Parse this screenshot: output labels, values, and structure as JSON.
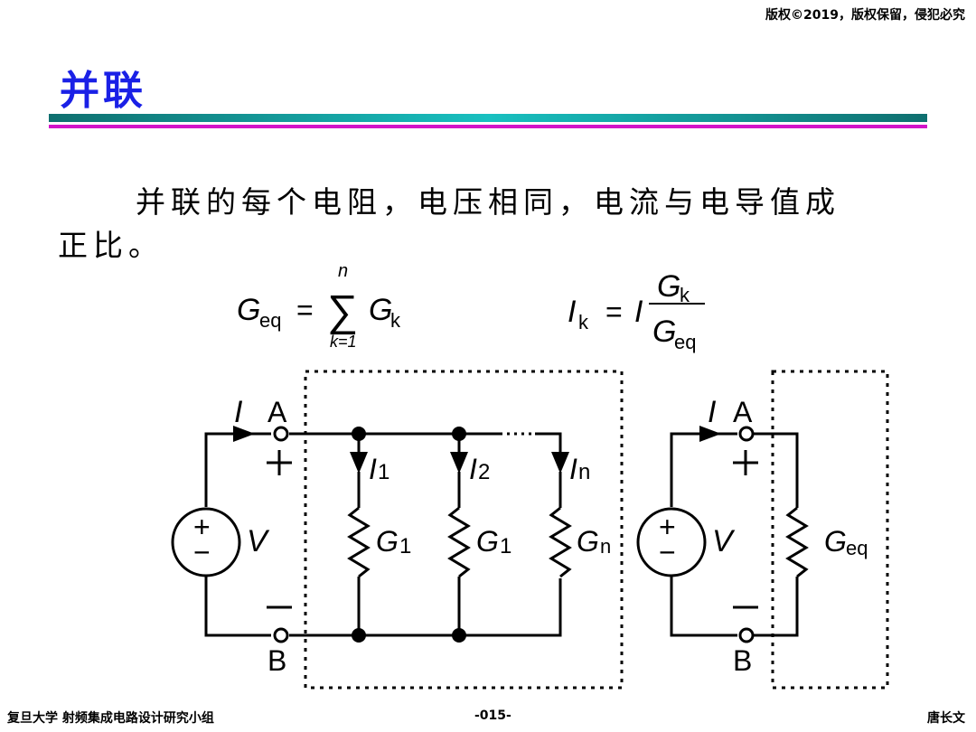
{
  "header": {
    "copyright": "版权©2019，版权保留，侵犯必究"
  },
  "slide": {
    "title": "并联",
    "text_line1": "并联的每个电阻，电压相同，电流与电导值成",
    "text_line2": "正比。"
  },
  "formula1": {
    "lhs": "G",
    "lhs_sub": "eq",
    "eq": "=",
    "sum": "∑",
    "upper": "n",
    "lower": "k=1",
    "term": "G",
    "term_sub": "k"
  },
  "formula2": {
    "lhs": "I",
    "lhs_sub": "k",
    "eq": "=",
    "factor": "I",
    "num": "G",
    "num_sub": "k",
    "den": "G",
    "den_sub": "eq"
  },
  "circuit_left": {
    "current": "I",
    "node_a": "A",
    "node_b": "B",
    "plus": "+",
    "minus": "−",
    "source": "V",
    "source_plus": "+",
    "source_minus": "−",
    "branches": [
      {
        "current": "I",
        "current_sub": "1",
        "conductance": "G",
        "conductance_sub": "1"
      },
      {
        "current": "I",
        "current_sub": "2",
        "conductance": "G",
        "conductance_sub": "1"
      },
      {
        "current": "I",
        "current_sub": "n",
        "conductance": "G",
        "conductance_sub": "n"
      }
    ]
  },
  "circuit_right": {
    "current": "I",
    "node_a": "A",
    "node_b": "B",
    "plus": "+",
    "minus": "−",
    "source": "V",
    "source_plus": "+",
    "source_minus": "−",
    "conductance": "G",
    "conductance_sub": "eq"
  },
  "footer": {
    "left": "复旦大学   射频集成电路设计研究小组",
    "center": "-015-",
    "right": "唐长文"
  },
  "colors": {
    "title": "#1a20e6",
    "rule_teal": "#18c0c0",
    "rule_magenta": "#d214c8"
  }
}
